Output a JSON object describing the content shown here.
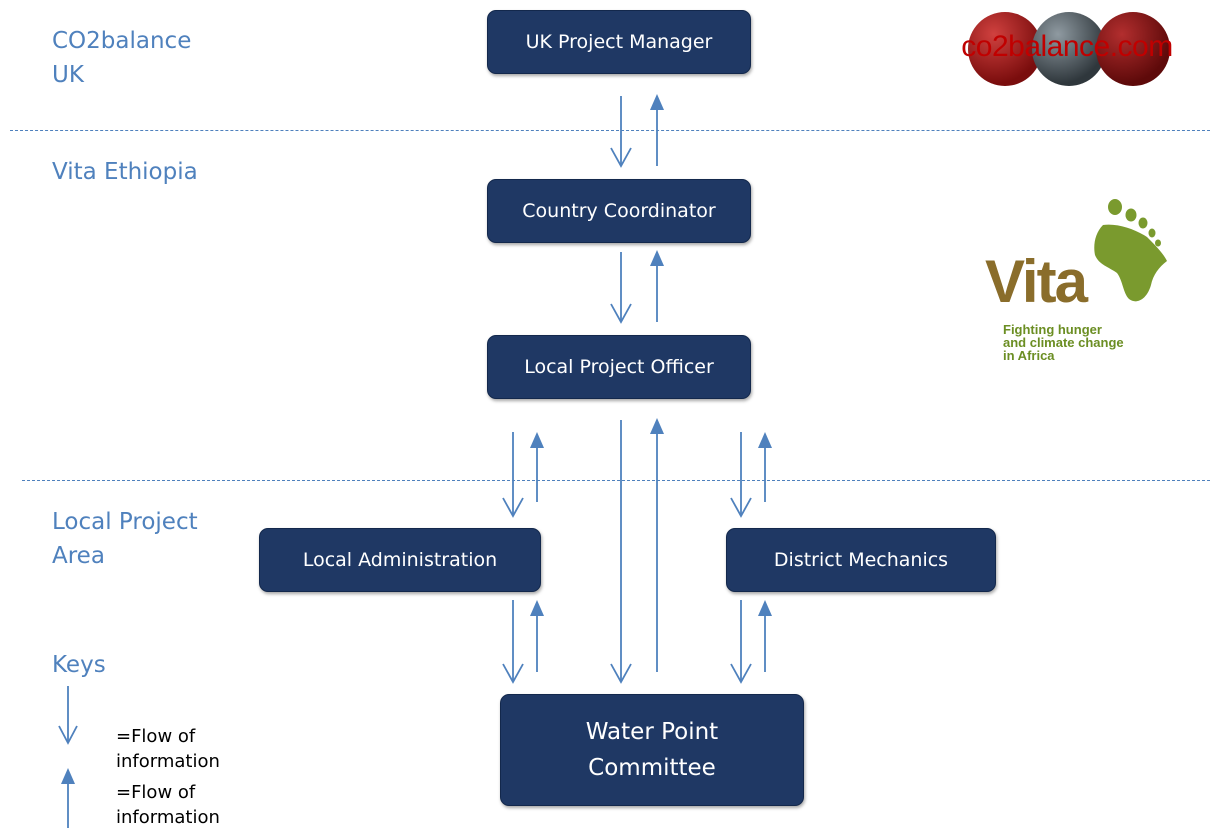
{
  "sections": {
    "uk": "CO2balance\nUK",
    "vita": "Vita Ethiopia",
    "local": "Local Project\nArea",
    "keys": "Keys"
  },
  "nodes": {
    "uk_pm": "UK Project Manager",
    "country_coord": "Country Coordinator",
    "local_po": "Local Project Officer",
    "local_admin": "Local Administration",
    "district_mech": "District Mechanics",
    "wpc": "Water Point\nCommittee"
  },
  "keys": {
    "down_label": "=Flow of\ninformation",
    "up_label": "=Flow of\ninformation"
  },
  "logos": {
    "co2balance_text": "co2balance.com",
    "vita_word": "Vita",
    "vita_tagline": "Fighting hunger\nand climate change\nin Africa"
  },
  "colors": {
    "box": "#1f3864",
    "accent": "#4f81bd",
    "co2_red": "#c00000",
    "vita_brown": "#8a6d2b",
    "vita_green": "#6b8e23"
  },
  "icons": {
    "down_arrow": "open-arrow-down-icon",
    "up_arrow": "filled-arrow-up-icon"
  }
}
